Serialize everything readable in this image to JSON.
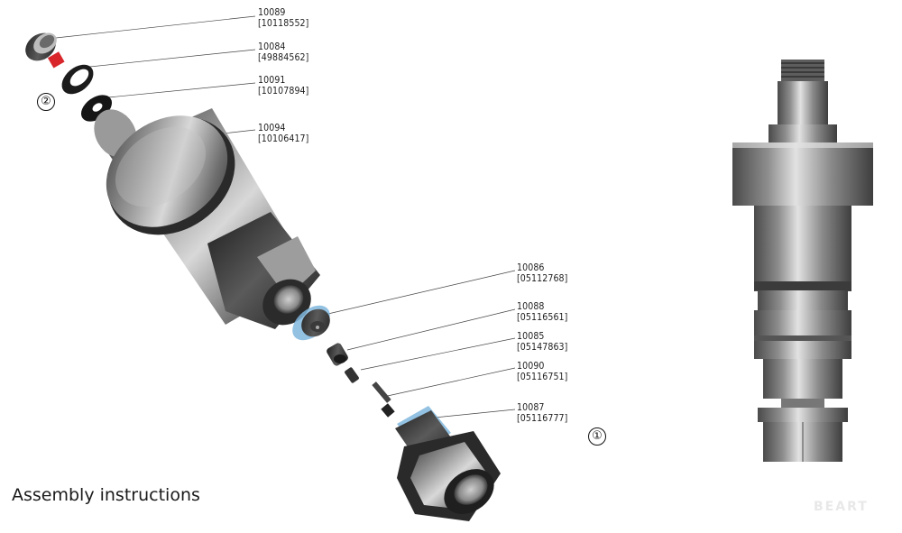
{
  "caption": "Assembly instructions",
  "markers": {
    "assembly_marker": "②",
    "detail_marker": "①"
  },
  "watermark": "BEART",
  "parts": [
    {
      "number": "10089",
      "code": "[10118552]"
    },
    {
      "number": "10084",
      "code": "[49884562]"
    },
    {
      "number": "10091",
      "code": "[10107894]"
    },
    {
      "number": "10094",
      "code": "[10106417]"
    },
    {
      "number": "10086",
      "code": "[05112768]"
    },
    {
      "number": "10088",
      "code": "[05116561]"
    },
    {
      "number": "10085",
      "code": "[05147863]"
    },
    {
      "number": "10090",
      "code": "[05116751]"
    },
    {
      "number": "10087",
      "code": "[05116777]"
    }
  ],
  "colors": {
    "highlight_red": "#d8262b",
    "seal_blue": "#7fb6dd",
    "steel": "#6c6c6c"
  }
}
